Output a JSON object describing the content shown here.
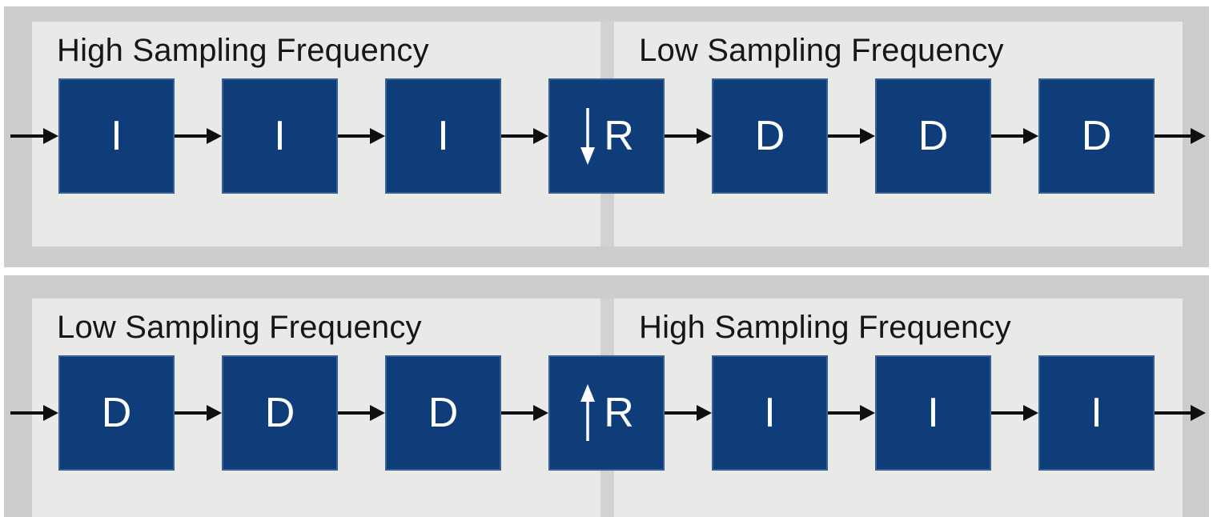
{
  "colors": {
    "page-bg": "#ffffff",
    "outer-gray": "#cdcdcd",
    "strip-gray": "#d2d2d3",
    "panel-gray": "#e9e9e8",
    "block-blue": "#0e3d7a",
    "block-letter": "#ffffff",
    "arrow-black": "#0f0f0f",
    "title-text": "#161616"
  },
  "sections": [
    {
      "name": "decimation-chain",
      "left_panel": {
        "title": "High Sampling Frequency"
      },
      "right_panel": {
        "title": "Low Sampling Frequency"
      },
      "blocks": [
        {
          "label": "I",
          "arrow": "none"
        },
        {
          "label": "I",
          "arrow": "none"
        },
        {
          "label": "I",
          "arrow": "none"
        },
        {
          "label": "R",
          "arrow": "down"
        },
        {
          "label": "D",
          "arrow": "none"
        },
        {
          "label": "D",
          "arrow": "none"
        },
        {
          "label": "D",
          "arrow": "none"
        }
      ]
    },
    {
      "name": "interpolation-chain",
      "left_panel": {
        "title": "Low Sampling Frequency"
      },
      "right_panel": {
        "title": "High Sampling Frequency"
      },
      "blocks": [
        {
          "label": "D",
          "arrow": "none"
        },
        {
          "label": "D",
          "arrow": "none"
        },
        {
          "label": "D",
          "arrow": "none"
        },
        {
          "label": "R",
          "arrow": "up"
        },
        {
          "label": "I",
          "arrow": "none"
        },
        {
          "label": "I",
          "arrow": "none"
        },
        {
          "label": "I",
          "arrow": "none"
        }
      ]
    }
  ]
}
